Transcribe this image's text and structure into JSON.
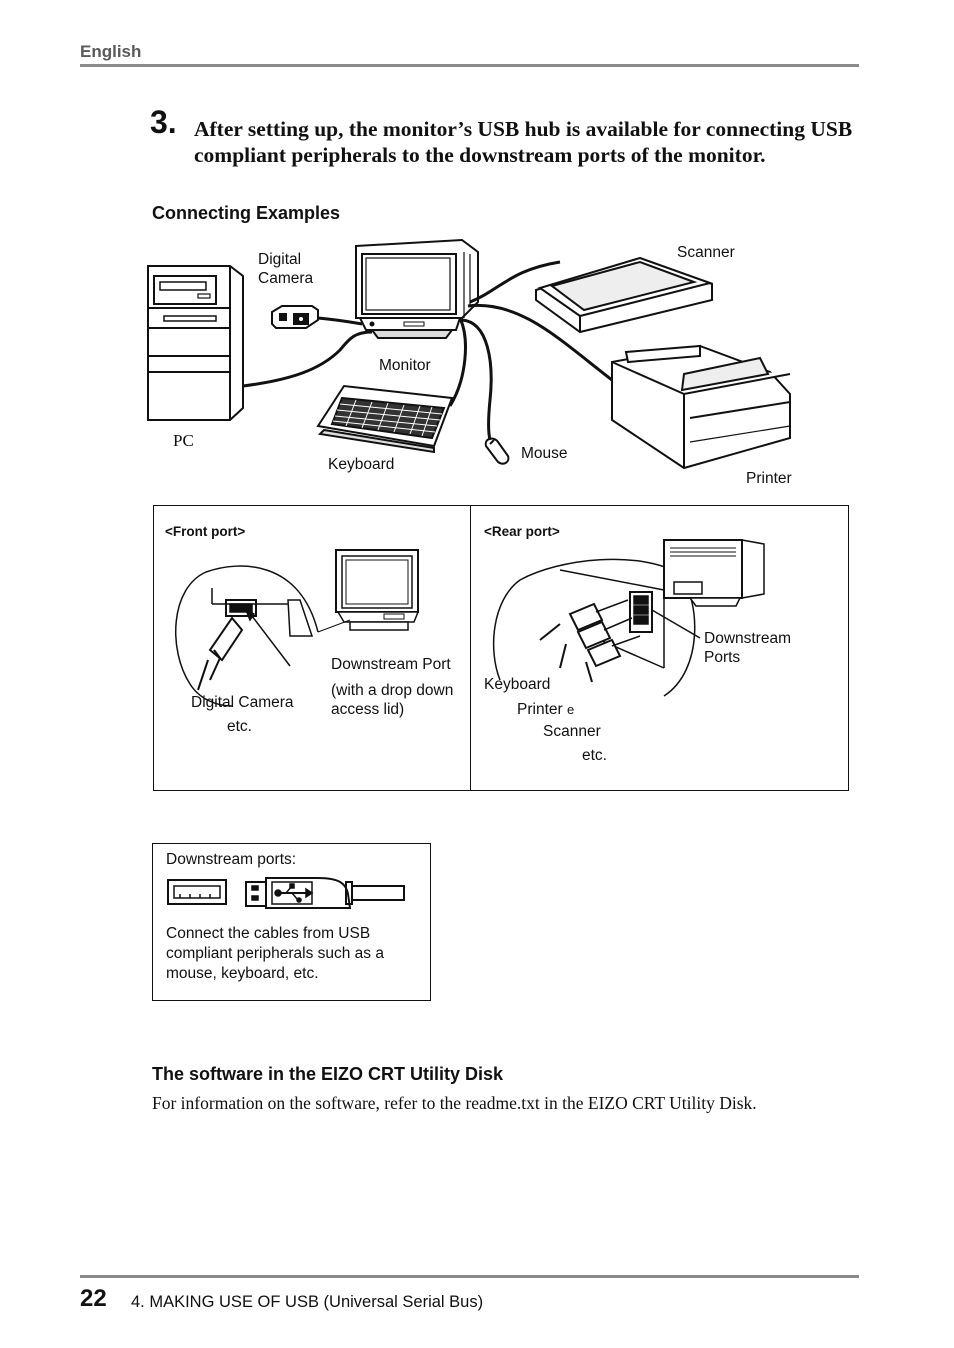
{
  "header": {
    "language": "English"
  },
  "step": {
    "number": "3.",
    "text": "After setting up, the monitor’s USB hub is available for connecting USB compliant peripherals to the downstream ports of the monitor."
  },
  "connecting": {
    "heading": "Connecting Examples",
    "labels": {
      "digital_camera": "Digital\nCamera",
      "scanner": "Scanner",
      "monitor": "Monitor",
      "pc": "PC",
      "keyboard": "Keyboard",
      "mouse": "Mouse",
      "printer": "Printer"
    }
  },
  "front_port": {
    "title": "<Front port>",
    "downstream_port": "Downstream Port",
    "lid_note": "(with a drop down\naccess lid)",
    "digital_camera": "Digital Camera",
    "etc": "etc."
  },
  "rear_port": {
    "title": "<Rear port>",
    "downstream_ports": "Downstream\nPorts",
    "keyboard": "Keyboard",
    "printer": "Printer",
    "printer_suffix": "e",
    "scanner": "Scanner",
    "etc": "etc."
  },
  "ports_box": {
    "title": "Downstream ports:",
    "text": "Connect the cables from USB compliant peripherals such as a mouse, keyboard, etc."
  },
  "software": {
    "heading": "The software in the EIZO CRT Utility Disk",
    "text": "For information on the software, refer to the readme.txt in the EIZO CRT Utility Disk."
  },
  "footer": {
    "page_number": "22",
    "chapter": "4. MAKING USE OF USB (Universal Serial Bus)"
  }
}
